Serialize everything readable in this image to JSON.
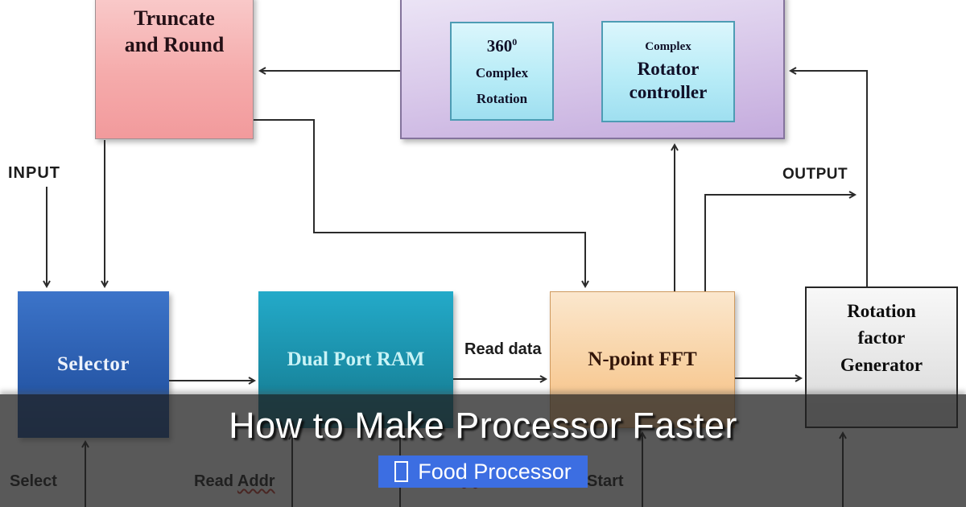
{
  "colors": {
    "badge_blue": "#3c6ee2",
    "overlay_gray": "rgba(33,33,33,0.75)",
    "squiggle_red": "#c03428",
    "wire_color": "#2b2b2b"
  },
  "banner": {
    "title": "How to Make Processor Faster",
    "badge": {
      "icon": "missing-glyph",
      "label": "Food Processor"
    }
  },
  "diagram": {
    "boxes": {
      "truncate_round": {
        "lines": [
          "Truncate",
          "and Round"
        ]
      },
      "rotator_unit": {
        "complex_rotation": {
          "num": "360",
          "sup": "0",
          "lines": [
            "Complex",
            "Rotation"
          ]
        },
        "rotator_controller": {
          "small": "Complex",
          "lines": [
            "Rotator",
            "controller"
          ]
        }
      },
      "selector": {
        "label": "Selector"
      },
      "dual_port_ram": {
        "label": "Dual Port RAM"
      },
      "n_point_fft": {
        "label": "N-point FFT"
      },
      "rotation_factor_generator": {
        "lines": [
          "Rotation",
          "factor",
          "Generator"
        ]
      }
    },
    "labels": {
      "input": "INPUT",
      "output": "OUTPUT",
      "read_data": "Read data",
      "select": "Select",
      "read_addr_prefix": "Read",
      "read_addr_word": "Addr",
      "start": "Start"
    }
  }
}
